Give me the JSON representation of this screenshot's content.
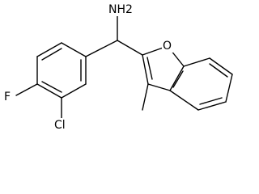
{
  "molecule": {
    "atoms": {
      "amine": "NH2",
      "oxygen": "O",
      "chlorine": "Cl",
      "fluorine": "F"
    }
  }
}
